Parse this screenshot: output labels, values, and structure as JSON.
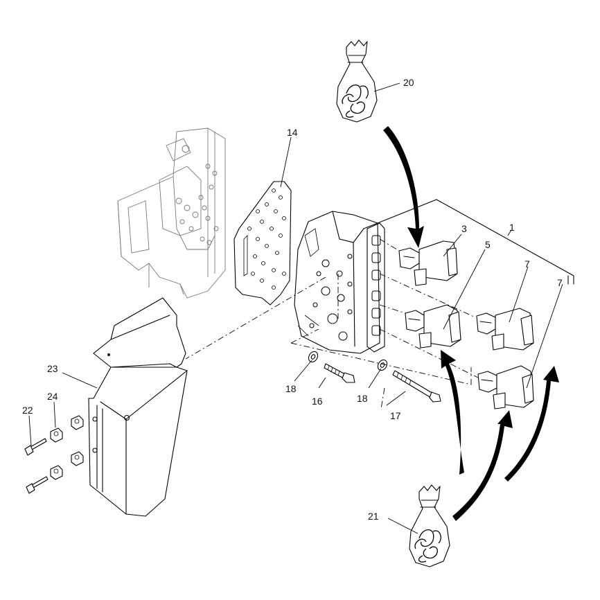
{
  "diagram": {
    "callouts": [
      {
        "id": "1",
        "label": "1"
      },
      {
        "id": "3",
        "label": "3"
      },
      {
        "id": "5",
        "label": "5"
      },
      {
        "id": "7a",
        "label": "7"
      },
      {
        "id": "7b",
        "label": "7"
      },
      {
        "id": "14",
        "label": "14"
      },
      {
        "id": "16",
        "label": "16"
      },
      {
        "id": "17",
        "label": "17"
      },
      {
        "id": "18a",
        "label": "18"
      },
      {
        "id": "18b",
        "label": "18"
      },
      {
        "id": "20",
        "label": "20"
      },
      {
        "id": "21",
        "label": "21"
      },
      {
        "id": "22",
        "label": "22"
      },
      {
        "id": "23",
        "label": "23"
      },
      {
        "id": "24",
        "label": "24"
      }
    ]
  }
}
